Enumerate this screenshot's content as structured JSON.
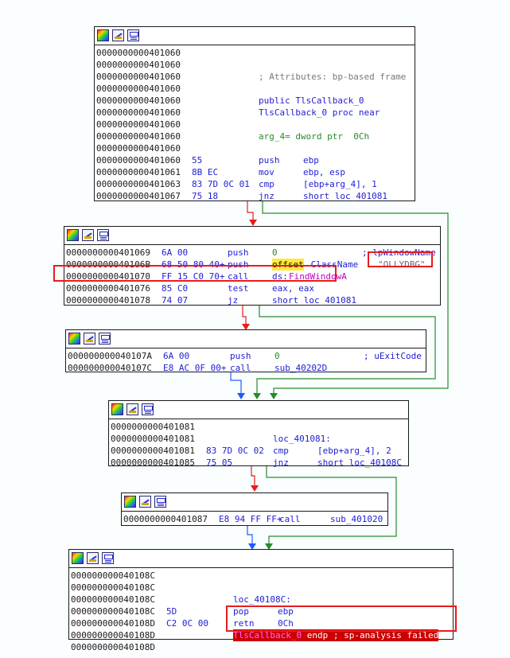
{
  "colors": {
    "edge_true": "#2a8a2a",
    "edge_false": "#e81c1c",
    "edge_uncond": "#1e5bff",
    "highlight_box": "#e81c1c"
  },
  "icons": [
    "graph-overview-icon",
    "edit-icon",
    "xref-icon"
  ],
  "block1": {
    "lines": [
      {
        "addr": "0000000000401060"
      },
      {
        "addr": "0000000000401060"
      },
      {
        "addr": "0000000000401060",
        "comment": "; Attributes: bp-based frame"
      },
      {
        "addr": "0000000000401060"
      },
      {
        "addr": "0000000000401060",
        "text": "public TlsCallback_0"
      },
      {
        "addr": "0000000000401060",
        "text": "TlsCallback_0 proc near"
      },
      {
        "addr": "0000000000401060"
      },
      {
        "addr": "0000000000401060",
        "text": "arg_4= dword ptr  0Ch"
      },
      {
        "addr": "0000000000401060"
      },
      {
        "addr": "0000000000401060",
        "bytes": "55",
        "mnem": "push",
        "op": "ebp"
      },
      {
        "addr": "0000000000401061",
        "bytes": "8B EC",
        "mnem": "mov",
        "op": "ebp, esp"
      },
      {
        "addr": "0000000000401063",
        "bytes": "83 7D 0C 01",
        "mnem": "cmp",
        "op": "[ebp+arg_4], 1"
      },
      {
        "addr": "0000000000401067",
        "bytes": "75 18",
        "mnem": "jnz",
        "op": "short loc_401081"
      }
    ]
  },
  "block2": {
    "lines": [
      {
        "addr": "0000000000401069",
        "bytes": "6A 00",
        "mnem": "push",
        "op": "0",
        "comment": "; lpWindowName"
      },
      {
        "addr": "000000000040106B",
        "bytes": "68 50 80 40+",
        "mnem": "push",
        "op_kw": "offset",
        "op": " ClassName",
        "comment": "\"OLLYDBG\""
      },
      {
        "addr": "0000000000401070",
        "bytes": "FF 15 C0 70+",
        "mnem": "call",
        "op_pre": "ds:",
        "op_fn": "FindWindowA"
      },
      {
        "addr": "0000000000401076",
        "bytes": "85 C0",
        "mnem": "test",
        "op": "eax, eax"
      },
      {
        "addr": "0000000000401078",
        "bytes": "74 07",
        "mnem": "jz",
        "op": "short loc_401081"
      }
    ]
  },
  "block3": {
    "lines": [
      {
        "addr": "000000000040107A",
        "bytes": "6A 00",
        "mnem": "push",
        "op": "0",
        "comment": "; uExitCode"
      },
      {
        "addr": "000000000040107C",
        "bytes": "E8 AC 0F 00+",
        "mnem": "call",
        "op": "sub_40202D"
      }
    ]
  },
  "block4": {
    "lines": [
      {
        "addr": "0000000000401081"
      },
      {
        "addr": "0000000000401081",
        "text": "loc_401081:"
      },
      {
        "addr": "0000000000401081",
        "bytes": "83 7D 0C 02",
        "mnem": "cmp",
        "op": "[ebp+arg_4], 2"
      },
      {
        "addr": "0000000000401085",
        "bytes": "75 05",
        "mnem": "jnz",
        "op": "short loc_40108C"
      }
    ]
  },
  "block5": {
    "lines": [
      {
        "addr": "0000000000401087",
        "bytes": "E8 94 FF FF+",
        "mnem": "call",
        "op": "sub_401020"
      }
    ]
  },
  "block6": {
    "lines": [
      {
        "addr": "000000000040108C"
      },
      {
        "addr": "000000000040108C"
      },
      {
        "addr": "000000000040108C",
        "text": "loc_40108C:"
      },
      {
        "addr": "000000000040108C",
        "bytes": "5D",
        "mnem": "pop",
        "op": "ebp"
      },
      {
        "addr": "000000000040108D",
        "bytes": "C2 0C 00",
        "mnem": "retn",
        "op": "0Ch"
      },
      {
        "addr": "000000000040108D",
        "fail_fn": "TlsCallback_0",
        "fail_rest": " endp ; sp-analysis failed"
      },
      {
        "addr": "000000000040108D"
      }
    ]
  }
}
